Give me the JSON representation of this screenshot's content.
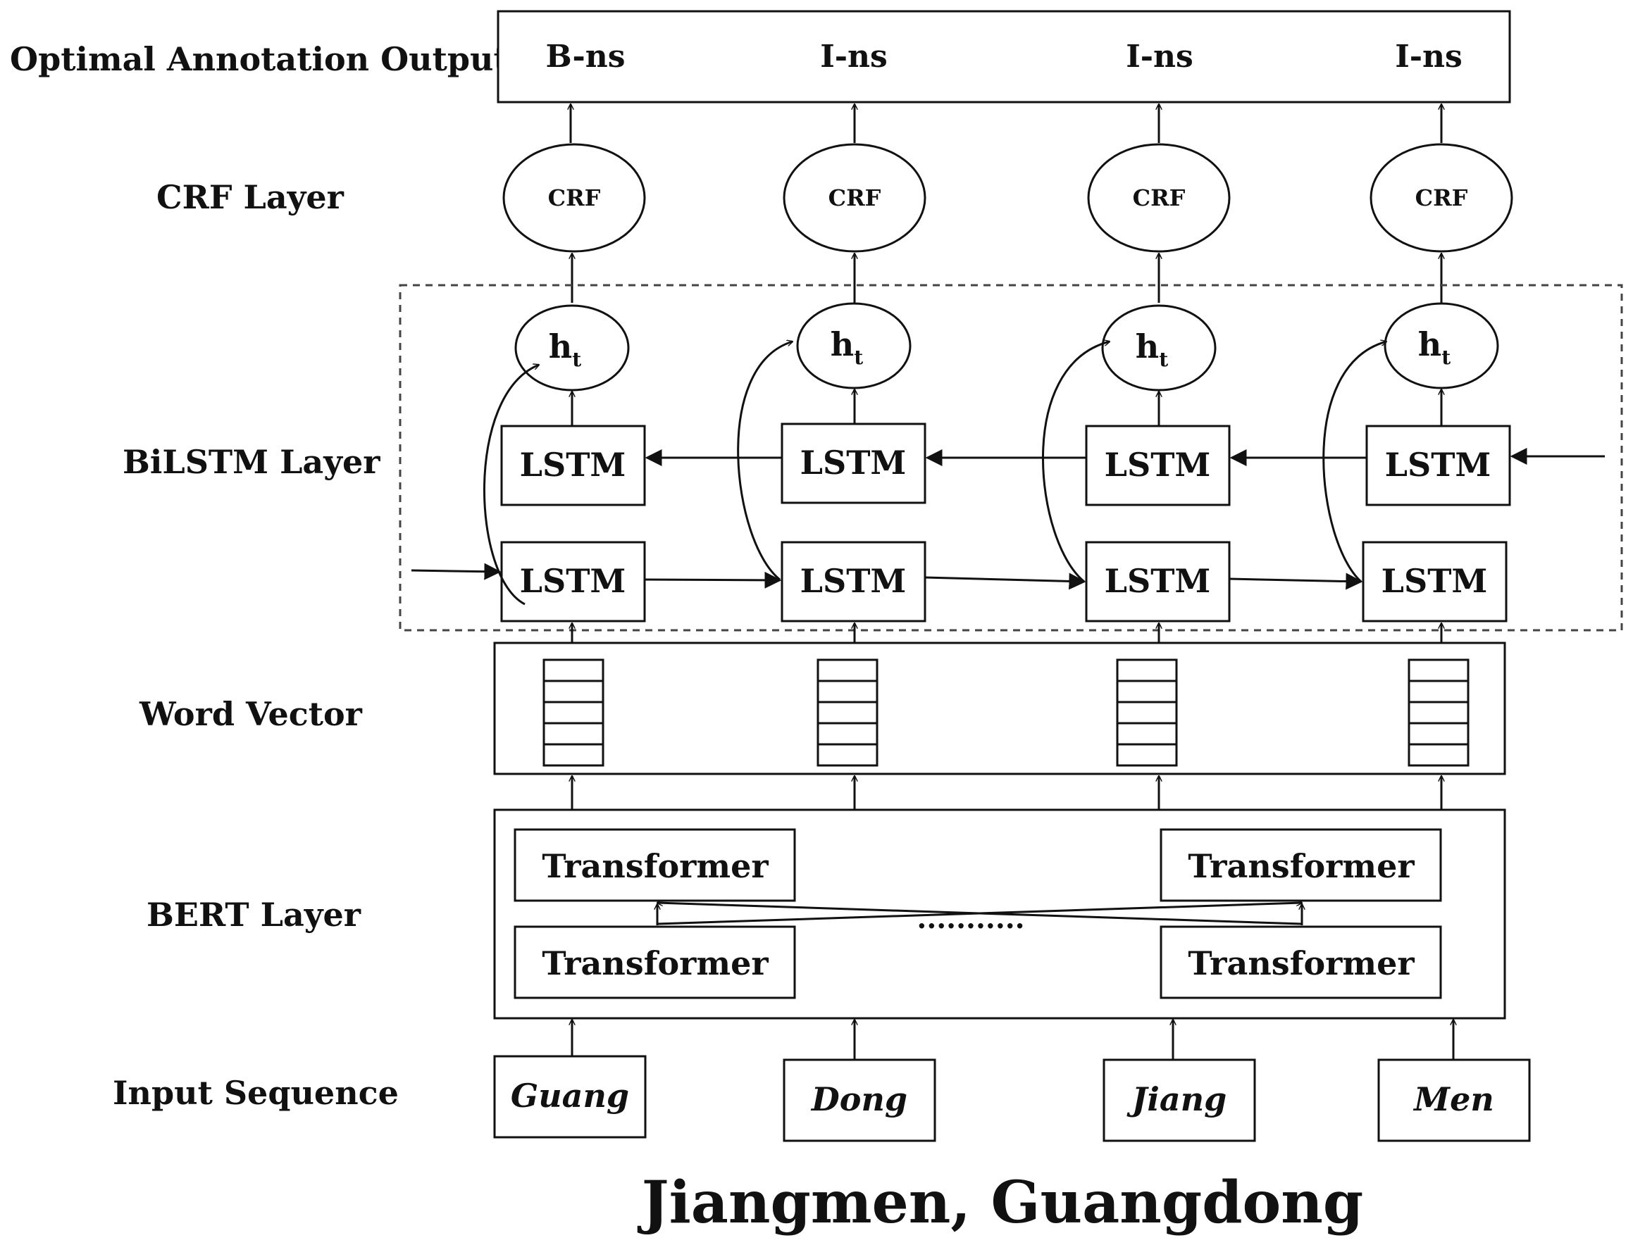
{
  "layers": {
    "output": "Optimal Annotation Output",
    "crf": "CRF Layer",
    "bilstm": "BiLSTM Layer",
    "word_vector": "Word Vector",
    "bert": "BERT Layer",
    "input": "Input Sequence"
  },
  "output_tags": [
    "B-ns",
    "I-ns",
    "I-ns",
    "I-ns"
  ],
  "crf_label": "CRF",
  "hidden_label": {
    "base": "h",
    "sub": "t"
  },
  "lstm_label": "LSTM",
  "transformer_label": "Transformer",
  "ellipsis": "...........",
  "input_tokens": [
    "Guang",
    "Dong",
    "Jiang",
    "Men"
  ],
  "caption": "Jiangmen, Guangdong"
}
